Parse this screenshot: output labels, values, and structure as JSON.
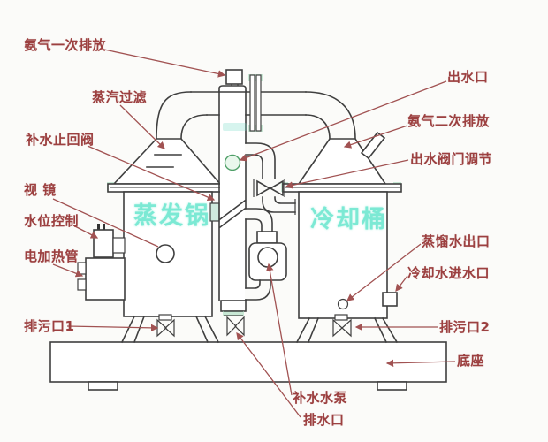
{
  "colors": {
    "label-red": "#9c4040",
    "leader-red": "#a15252",
    "line-dark": "#3f3f3f",
    "cyan-text": "#76e8d2",
    "teal-tint": "#9fd8b8",
    "bg": "#fbfbf9"
  },
  "diagram": {
    "component_labels": {
      "ammonia_primary": "氨气一次排放",
      "steam_filter": "蒸汽过滤",
      "makeup_check_valve": "补水止回阀",
      "sight_glass": "视  镜",
      "water_level_control": "水位控制",
      "electric_heater": "电加热管",
      "drain_1": "排污口1",
      "water_outlet": "出水口",
      "ammonia_secondary": "氨气二次排放",
      "outlet_valve_adjust": "出水阀门调节",
      "distilled_water_outlet": "蒸馏水出口",
      "cooling_water_inlet": "冷却水进水口",
      "drain_2": "排污口2",
      "base": "底座",
      "makeup_pump": "补水水泵",
      "drain_outlet": "排水口"
    },
    "vessel_names": {
      "evaporator": "蒸发锅",
      "cooler": "冷却桶"
    }
  }
}
